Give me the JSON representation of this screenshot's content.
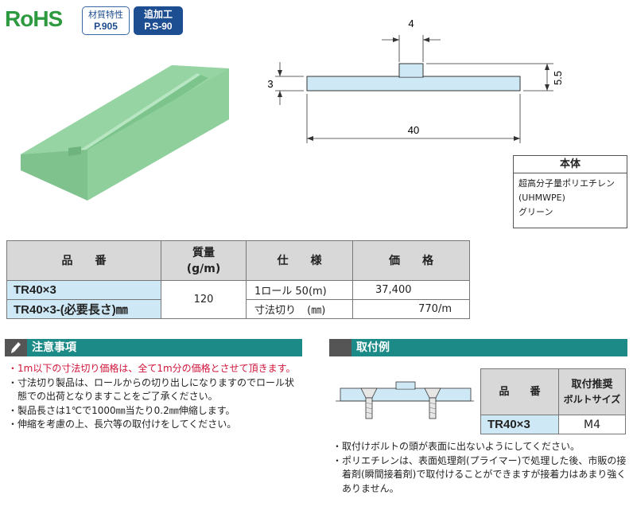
{
  "badges": {
    "rohs": "RoHS",
    "material_label": "材質特性",
    "material_page": "P.905",
    "processing_label": "追加工",
    "processing_page": "P.S-90"
  },
  "drawing": {
    "dim_top": "4",
    "dim_left": "3",
    "dim_right": "5.5",
    "dim_width": "40"
  },
  "material": {
    "header": "本体",
    "lines": [
      "超高分子量ポリエチレン",
      "(UHMWPE)",
      "グリーン"
    ]
  },
  "spec_table": {
    "headers": {
      "part": "品　　番",
      "mass_l1": "質量",
      "mass_l2": "(g/m)",
      "spec": "仕　　様",
      "price": "価　　格"
    },
    "rows": [
      {
        "part": "TR40×3",
        "spec": "1ロール 50(m)",
        "price": "37,400"
      },
      {
        "part": "TR40×3-(必要長さ)㎜",
        "spec_label": "寸法切り",
        "spec_unit": "(㎜)",
        "price": "770/m"
      }
    ],
    "mass": "120"
  },
  "caution": {
    "title": "注意事項",
    "items": [
      "1m以下の寸法切り価格は、全て1m分の価格とさせて頂きます。",
      "寸法切り製品は、ロールからの切り出しになりますのでロール状態での出荷となりますことをご了承ください。",
      "製品長さは1℃で1000㎜当たり0.2㎜伸縮します。",
      "伸縮を考慮の上、長穴等の取付けをしてください。"
    ]
  },
  "mounting": {
    "title": "取付例",
    "table_headers": {
      "part": "品　　番",
      "bolt_l1": "取付推奨",
      "bolt_l2": "ボルトサイズ"
    },
    "table_row": {
      "part": "TR40×3",
      "bolt": "M4"
    },
    "notes": [
      "取付けボルトの頭が表面に出ないようにしてください。",
      "ポリエチレンは、表面処理剤(プライマー)で処理した後、市販の接着剤(瞬間接着剤)で取付けることができますが接着力はあまり強くありません。"
    ]
  },
  "colors": {
    "rohs_green": "#2e9a3f",
    "badge_blue": "#1d4e92",
    "section_teal": "#1c8a86",
    "part_cell_blue": "#cfe8f6",
    "product_green": "#8fd3a0",
    "warning_red": "#d0143a"
  }
}
